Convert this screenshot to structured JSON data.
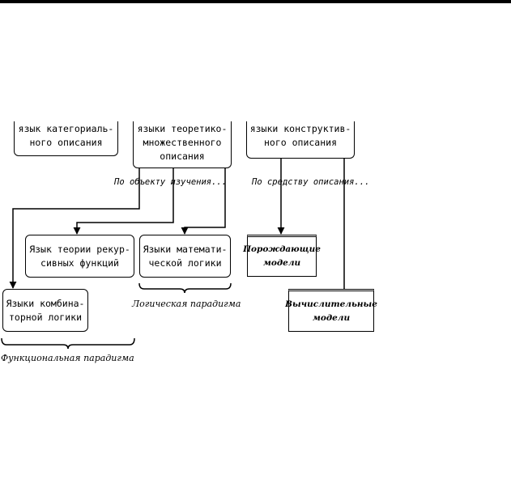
{
  "top_boxes": {
    "categorial": "язык категориаль-\nного описания",
    "set_theoretic": "языки теоретико-\nмножественного\nописания",
    "constructive": "языки конструктив-\nного описания"
  },
  "criteria": {
    "by_object": "По объекту изучения...",
    "by_means": "По средству описания..."
  },
  "mid_boxes": {
    "recursive": "Язык теории рекур-\nсивных функций",
    "math_logic": "Языки математи-\nческой логики",
    "generating": "Порождающие\nмодели"
  },
  "low_boxes": {
    "combinatory": "Языки комбина-\nторной логики",
    "computational": "Вычислительные\nмодели"
  },
  "paradigms": {
    "logical": "Логическая парадигма",
    "functional": "Функциональная парадигма"
  }
}
